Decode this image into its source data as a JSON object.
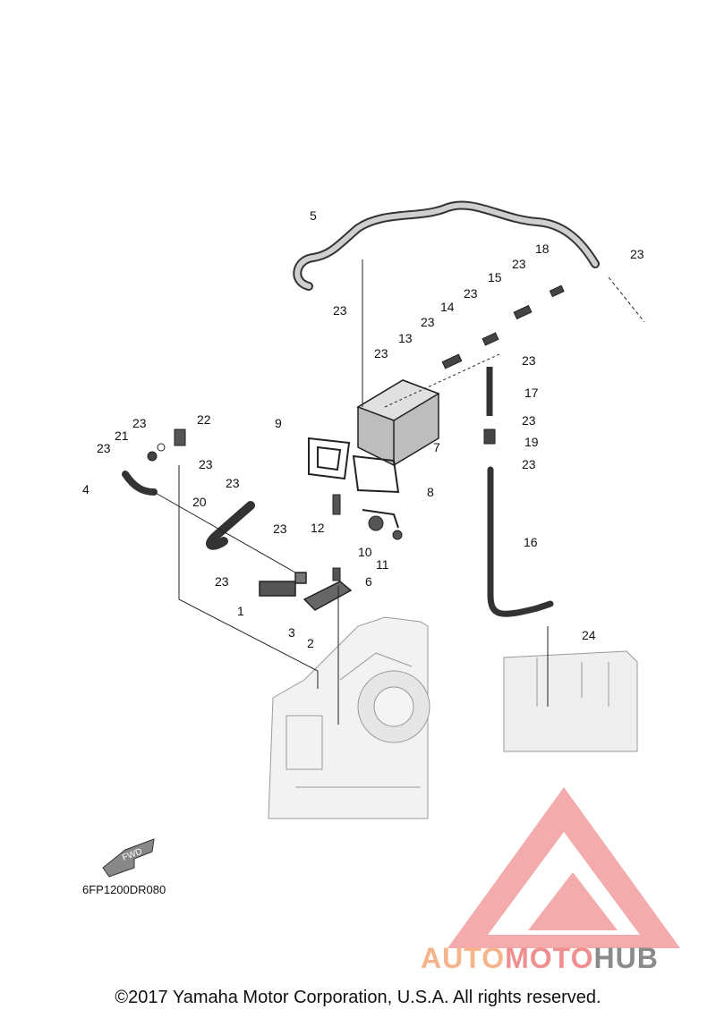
{
  "diagram": {
    "callouts": [
      "5",
      "23",
      "23",
      "18",
      "23",
      "15",
      "23",
      "14",
      "23",
      "13",
      "23",
      "23",
      "17",
      "23",
      "19",
      "23",
      "7",
      "9",
      "22",
      "23",
      "21",
      "23",
      "23",
      "4",
      "23",
      "8",
      "20",
      "12",
      "23",
      "10",
      "11",
      "6",
      "23",
      "1",
      "3",
      "2",
      "16",
      "24"
    ],
    "fwd_label": "FWD",
    "part_code": "6FP1200DR080"
  },
  "footer": {
    "copyright": "©2017 Yamaha Motor Corporation, U.S.A. All rights reserved."
  },
  "watermark": {
    "part1": "AUTO",
    "part2": "MOTO",
    "part3": "HUB",
    "colors": {
      "logo": "#f08f8f",
      "auto": "#f5b48a",
      "hub": "#8a8a8a"
    }
  }
}
